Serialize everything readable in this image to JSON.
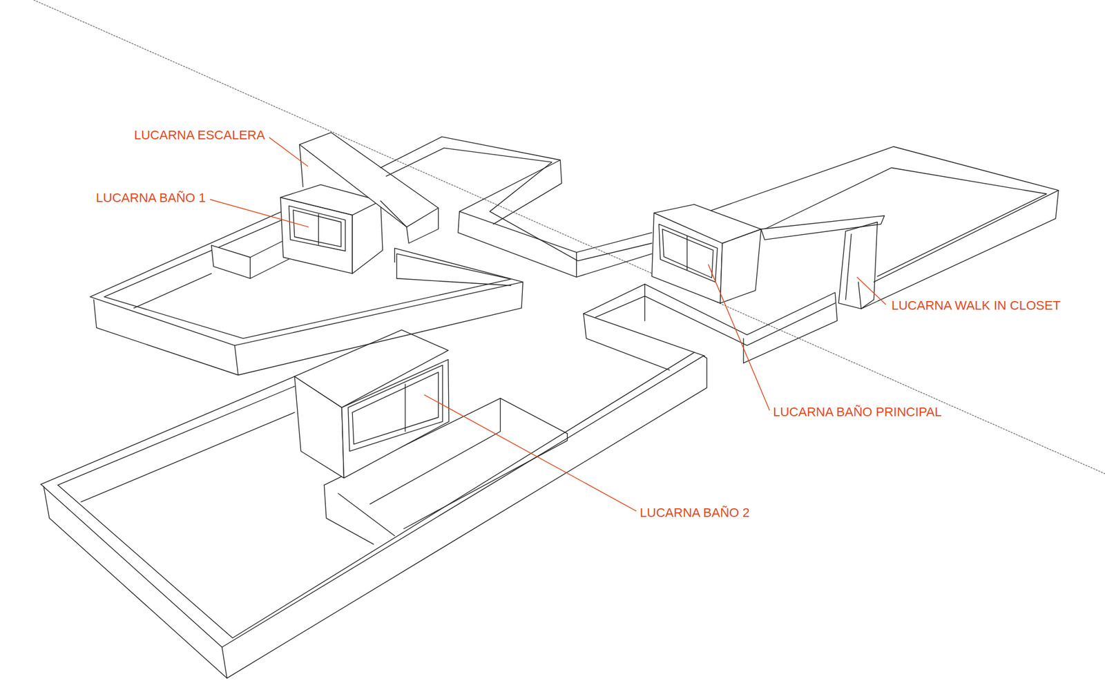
{
  "diagram": {
    "labels": [
      "LUCARNA ESCALERA",
      "LUCARNA BAÑO 1",
      "LUCARNA WALK IN CLOSET",
      "LUCARNA BAÑO PRINCIPAL",
      "LUCARNA BAÑO 2"
    ]
  }
}
